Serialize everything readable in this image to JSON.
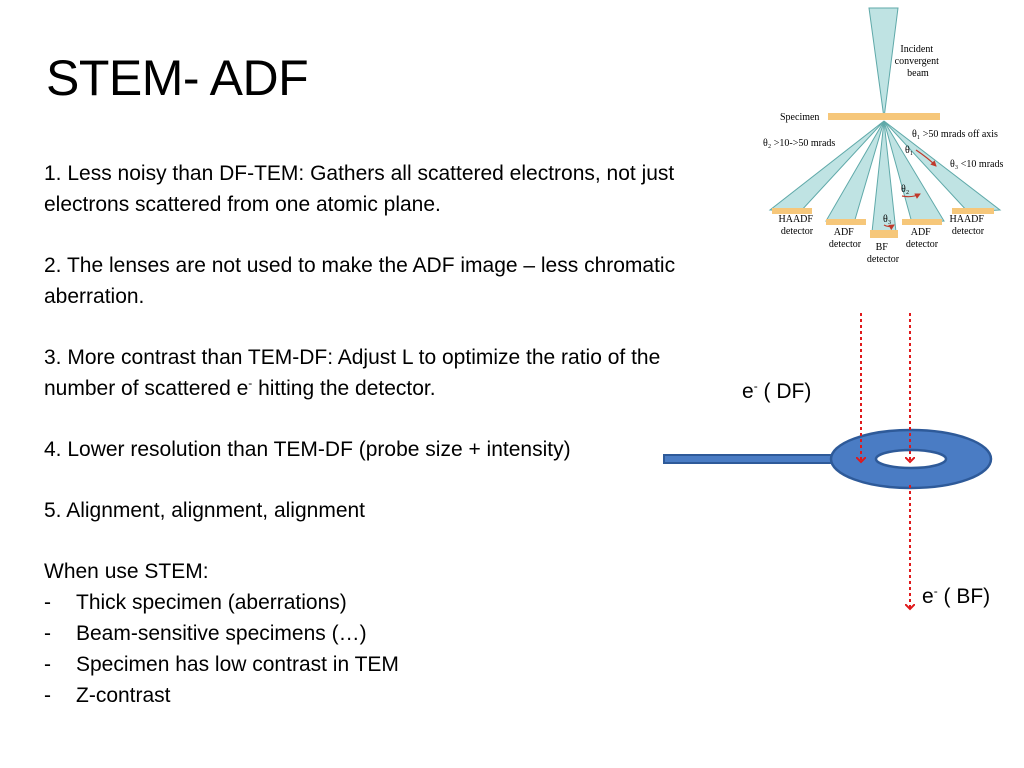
{
  "title": "STEM- ADF",
  "points": [
    {
      "before": "1. Less noisy than DF-TEM: Gathers all scattered electrons, not just electrons scattered from one atomic plane."
    },
    {
      "before": "2. The lenses are not used to make the ADF image – less chromatic aberration."
    },
    {
      "before": "3. More contrast than TEM-DF: Adjust L to optimize the ratio of the number of scattered e",
      "sup": "-",
      "after": " hitting the detector."
    },
    {
      "before": "4. Lower resolution than TEM-DF (probe size + intensity)"
    },
    {
      "before": "5. Alignment, alignment, alignment"
    }
  ],
  "when_use": {
    "heading": "When use STEM:",
    "bullet_marker": "-",
    "items": [
      "Thick specimen (aberrations)",
      "Beam-sensitive specimens (…)",
      "Specimen has low contrast in TEM",
      "Z-contrast"
    ]
  },
  "detector_figure": {
    "incident_label": [
      "Incident",
      "convergent",
      "beam"
    ],
    "specimen_label": "Specimen",
    "theta1_label": "θ₁ >50 mrads off axis",
    "theta2_label": "θ₂ >10->50 mrads",
    "theta3_label": "θ₃ <10 mrads",
    "angle_marks": [
      "θ₁",
      "θ₂",
      "θ₃"
    ],
    "haadf_label": [
      "HAADF",
      "detector"
    ],
    "adf_label": [
      "ADF",
      "detector"
    ],
    "bf_label": [
      "BF",
      "detector"
    ],
    "colors": {
      "cone": "#bfe3e3",
      "cone_edge": "#5fa9a9",
      "detector": "#f6c77a",
      "arrow": "#c0392b"
    }
  },
  "annular_figure": {
    "df_label": {
      "prefix": "e",
      "sup": "-",
      "suffix": " ( DF)"
    },
    "bf_label": {
      "prefix": "e",
      "sup": "-",
      "suffix": " ( BF)"
    },
    "colors": {
      "ring_fill": "#4a7cc4",
      "ring_stroke": "#2e5a99",
      "ray": "#e0191b"
    }
  }
}
